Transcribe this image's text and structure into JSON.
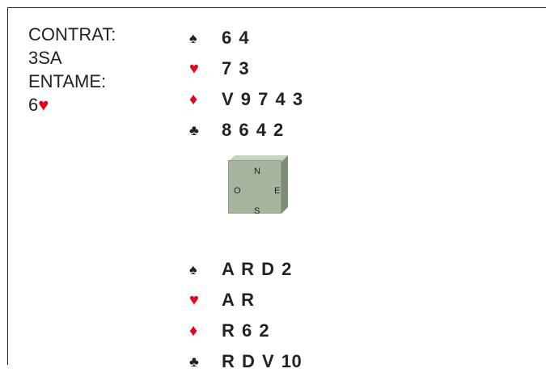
{
  "info": {
    "contract_label": "CONTRAT:",
    "contract_value": "3SA",
    "lead_label": "ENTAME:",
    "lead_rank": "6",
    "lead_suit": "♥"
  },
  "compass": {
    "n": "N",
    "o": "O",
    "e": "E",
    "s": "S"
  },
  "north": {
    "spades": "6 4",
    "hearts": "7 3",
    "diamonds": "V 9 7 4 3",
    "clubs": "8 6 4 2"
  },
  "south": {
    "spades": "A R D 2",
    "hearts": "A R",
    "diamonds": "R 6 2",
    "clubs": "R D V 10"
  },
  "symbols": {
    "spade": "♠",
    "heart": "♥",
    "diamond": "♦",
    "club": "♣"
  },
  "colors": {
    "red_suit": "#e8001c",
    "black_suit": "#222222",
    "compass_face": "#a7b59e"
  }
}
